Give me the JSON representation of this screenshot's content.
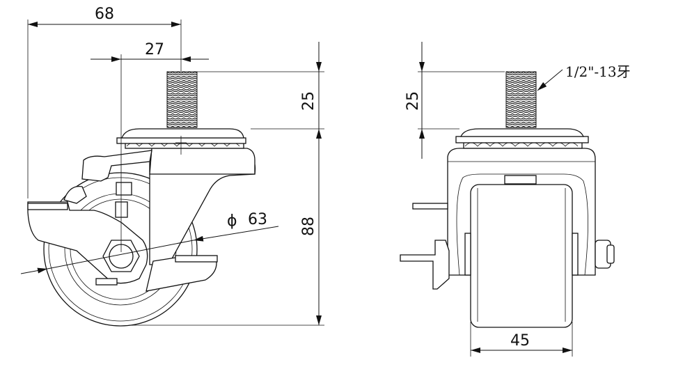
{
  "title": "Swivel caster with brake, threaded stem - dimensional drawing",
  "side_view": {
    "dim_overall_width": "68",
    "dim_offset": "27",
    "dim_stem_length": "25",
    "dim_height": "88",
    "dim_wheel_diameter_symbol": "ϕ",
    "dim_wheel_diameter": "63"
  },
  "front_view": {
    "dim_stem_length": "25",
    "dim_wheel_width": "45",
    "thread_spec": "1/2\"-13牙"
  }
}
